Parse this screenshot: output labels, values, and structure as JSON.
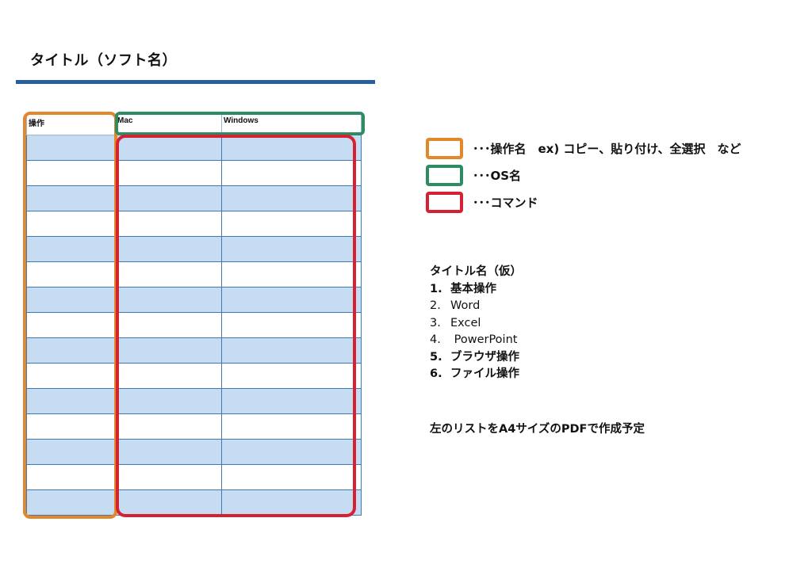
{
  "page": {
    "title": "タイトル（ソフト名）"
  },
  "table": {
    "headers": [
      "操作",
      "Mac",
      "Windows"
    ],
    "row_count": 15
  },
  "legend": [
    {
      "color": "#e2872a",
      "label": "･･･操作名　ex) コピー、貼り付け、全選択　など"
    },
    {
      "color": "#2e8c64",
      "label": "･･･OS名"
    },
    {
      "color": "#d52232",
      "label": "･･･コマンド"
    }
  ],
  "titles": {
    "heading": "タイトル名（仮）",
    "items": [
      {
        "num": "1.",
        "text": "基本操作"
      },
      {
        "num": "2.",
        "text": "Word"
      },
      {
        "num": "3.",
        "text": "Excel"
      },
      {
        "num": "4.",
        "text": " PowerPoint"
      },
      {
        "num": "5.",
        "text": "ブラウザ操作"
      },
      {
        "num": "6.",
        "text": "ファイル操作"
      }
    ]
  },
  "note": "左のリストをA4サイズのPDFで作成予定",
  "colors": {
    "title_rule": "#2a5f9e",
    "row_fill": "#c6dcf3",
    "grid_line": "#3f78b5"
  }
}
